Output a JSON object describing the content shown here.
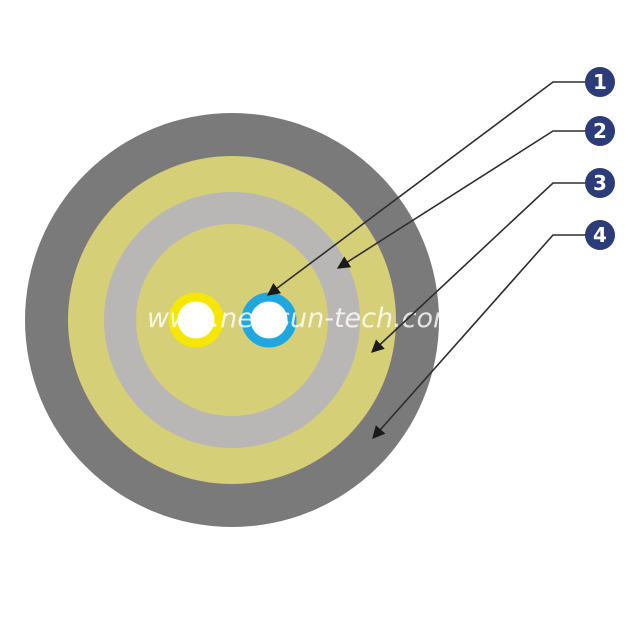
{
  "watermark": "www.newsun-tech.com",
  "callouts": [
    {
      "number": "1"
    },
    {
      "number": "2"
    },
    {
      "number": "3"
    },
    {
      "number": "4"
    }
  ],
  "colors": {
    "outer_sheath": "#7b7a7a",
    "yellow_layer": "#d5cf78",
    "gray_ring": "#b8b7b6",
    "core": "#d5cf78",
    "fiber_yellow": "#f6e600",
    "fiber_blue": "#20a7df",
    "fiber_center": "#ffffff",
    "badge": "#2c3c79",
    "leader_line": "#2e2e2e"
  }
}
